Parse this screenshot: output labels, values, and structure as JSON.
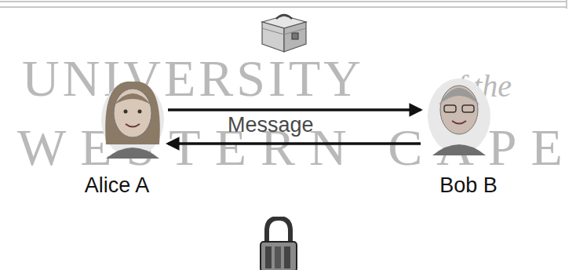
{
  "diagram": {
    "nodes": [
      {
        "text": [
          "Alice A"
        ]
      },
      {
        "text": [
          "Bob B"
        ]
      }
    ],
    "edges": [
      {
        "from": 0,
        "to": 1,
        "arrow": "to"
      },
      {
        "from": 1,
        "to": 0,
        "arrow": "to"
      }
    ],
    "labels": [
      "UNIVERSITY",
      "of the",
      "WESTERN CAPE",
      "Message"
    ]
  }
}
